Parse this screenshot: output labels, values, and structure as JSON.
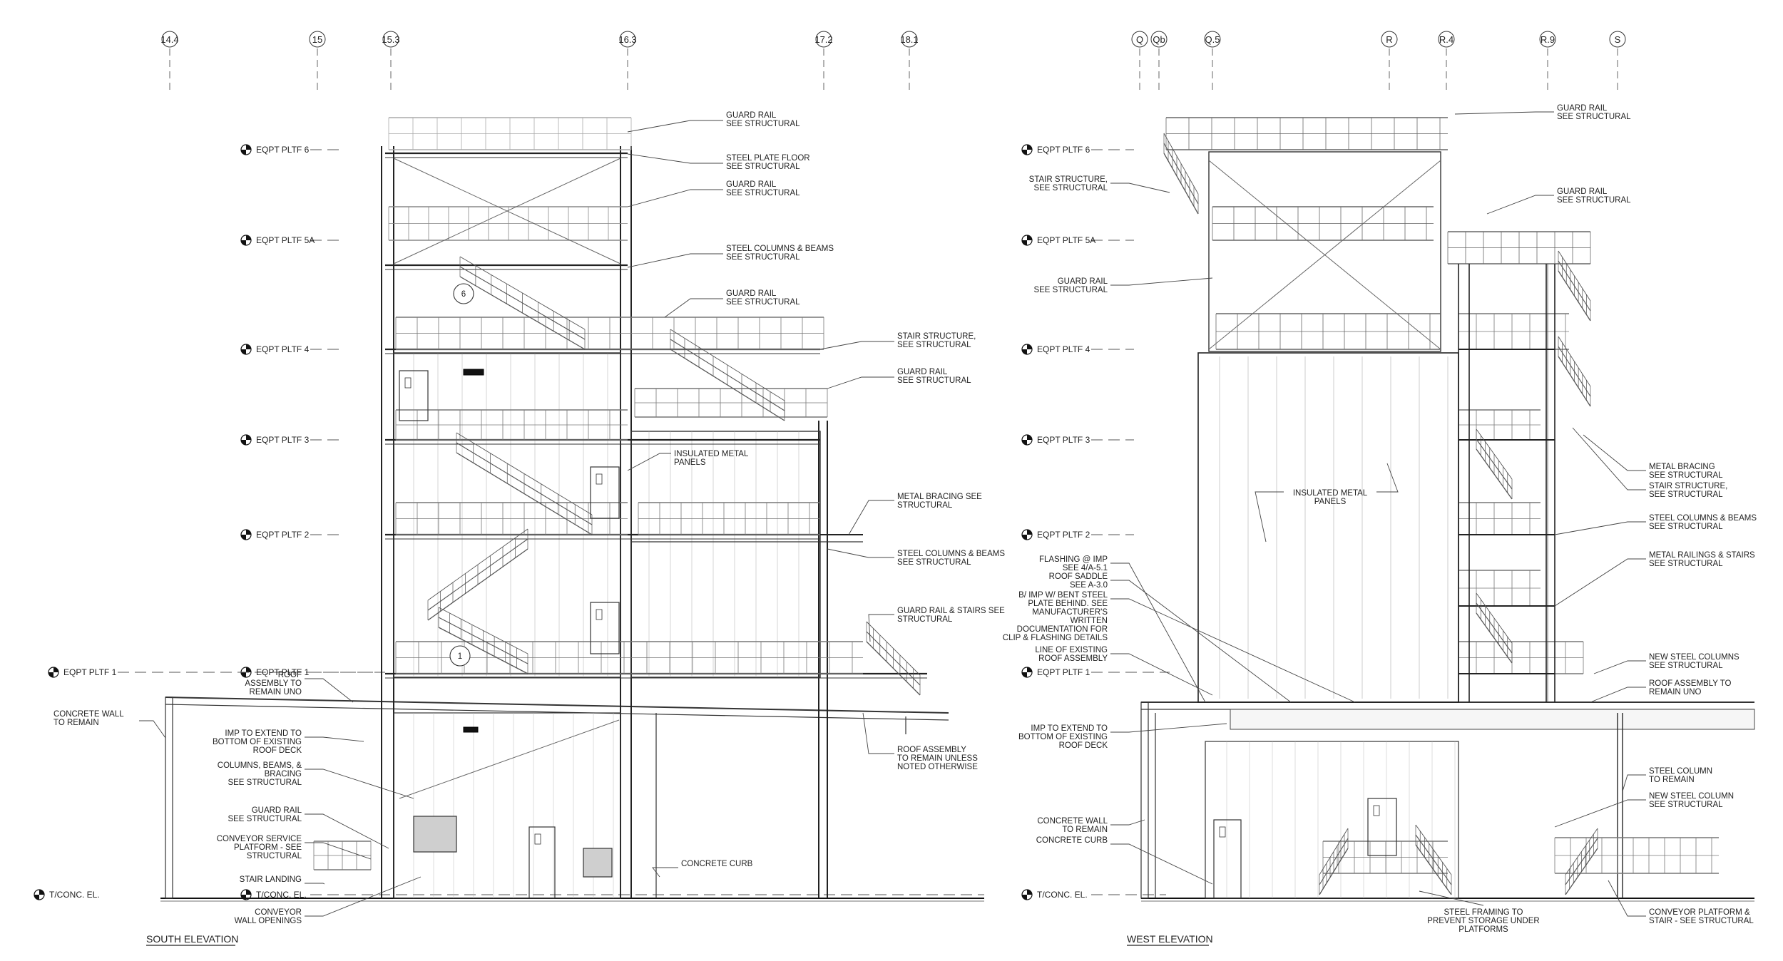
{
  "south": {
    "title": "SOUTH ELEVATION",
    "grid_lines": [
      "14.4",
      "15",
      "15.3",
      "16.3",
      "17.2",
      "18.1"
    ],
    "levels": [
      "EQPT PLTF 6",
      "EQPT PLTF 5A",
      "EQPT PLTF 4",
      "EQPT PLTF 3",
      "EQPT PLTF 2",
      "EQPT PLTF 1",
      "T/CONC. EL."
    ],
    "level_markers": [
      "6",
      "1"
    ],
    "notes_right": [
      [
        "GUARD RAIL",
        "SEE STRUCTURAL"
      ],
      [
        "STEEL PLATE FLOOR",
        "SEE STRUCTURAL"
      ],
      [
        "GUARD RAIL",
        "SEE STRUCTURAL"
      ],
      [
        "STEEL COLUMNS & BEAMS",
        "SEE STRUCTURAL"
      ],
      [
        "GUARD RAIL",
        "SEE STRUCTURAL"
      ],
      [
        "STAIR STRUCTURE,",
        "SEE STRUCTURAL"
      ],
      [
        "GUARD RAIL",
        "SEE STRUCTURAL"
      ],
      [
        "INSULATED METAL",
        "PANELS"
      ],
      [
        "METAL BRACING SEE",
        "STRUCTURAL"
      ],
      [
        "STEEL COLUMNS & BEAMS",
        "SEE STRUCTURAL"
      ],
      [
        "GUARD RAIL & STAIRS SEE",
        "STRUCTURAL"
      ],
      [
        "ROOF ASSEMBLY",
        "TO REMAIN UNLESS",
        "NOTED OTHERWISE"
      ],
      [
        "CONCRETE CURB"
      ]
    ],
    "notes_left": [
      [
        "ROOF",
        "ASSEMBLY TO",
        "REMAIN UNO"
      ],
      [
        "CONCRETE WALL",
        "TO REMAIN"
      ],
      [
        "IMP TO EXTEND TO",
        "BOTTOM OF EXISTING",
        "ROOF DECK"
      ],
      [
        "COLUMNS, BEAMS, &",
        "BRACING",
        "SEE STRUCTURAL"
      ],
      [
        "GUARD RAIL",
        "SEE STRUCTURAL"
      ],
      [
        "CONVEYOR SERVICE",
        "PLATFORM - SEE",
        "STRUCTURAL"
      ],
      [
        "STAIR LANDING"
      ],
      [
        "CONVEYOR",
        "WALL OPENINGS"
      ]
    ]
  },
  "west": {
    "title": "WEST ELEVATION",
    "grid_lines": [
      "Q",
      "Qb",
      "Q.5",
      "R",
      "R.4",
      "R.9",
      "S"
    ],
    "levels": [
      "EQPT PLTF 6",
      "EQPT PLTF 5A",
      "EQPT PLTF 4",
      "EQPT PLTF 3",
      "EQPT PLTF 2",
      "EQPT PLTF 1",
      "T/CONC. EL."
    ],
    "notes_left": [
      [
        "STAIR STRUCTURE,",
        "SEE STRUCTURAL"
      ],
      [
        "GUARD RAIL",
        "SEE STRUCTURAL"
      ],
      [
        "FLASHING @ IMP",
        "SEE 4/A-5.1"
      ],
      [
        "ROOF SADDLE",
        "SEE A-3.0"
      ],
      [
        "B/ IMP W/ BENT STEEL",
        "PLATE BEHIND. SEE",
        "MANUFACTURER'S",
        "WRITTEN",
        "DOCUMENTATION FOR",
        "CLIP & FLASHING DETAILS"
      ],
      [
        "LINE OF EXISTING",
        "ROOF ASSEMBLY"
      ],
      [
        "IMP TO EXTEND TO",
        "BOTTOM OF EXISTING",
        "ROOF DECK"
      ],
      [
        "CONCRETE WALL",
        "TO REMAIN"
      ],
      [
        "CONCRETE CURB"
      ]
    ],
    "notes_center": [
      [
        "INSULATED METAL",
        "PANELS"
      ],
      [
        "STEEL FRAMING TO",
        "PREVENT STORAGE UNDER",
        "PLATFORMS"
      ]
    ],
    "notes_right": [
      [
        "GUARD RAIL",
        "SEE STRUCTURAL"
      ],
      [
        "GUARD RAIL",
        "SEE STRUCTURAL"
      ],
      [
        "METAL BRACING",
        "SEE STRUCTURAL"
      ],
      [
        "STAIR STRUCTURE,",
        "SEE STRUCTURAL"
      ],
      [
        "STEEL COLUMNS & BEAMS",
        "SEE STRUCTURAL"
      ],
      [
        "METAL RAILINGS & STAIRS",
        "SEE STRUCTURAL"
      ],
      [
        "NEW STEEL COLUMNS",
        "SEE STRUCTURAL"
      ],
      [
        "ROOF ASSEMBLY TO",
        "REMAIN UNO"
      ],
      [
        "STEEL COLUMN",
        "TO REMAIN"
      ],
      [
        "NEW STEEL COLUMN",
        "SEE STRUCTURAL"
      ],
      [
        "CONVEYOR PLATFORM &",
        "STAIR - SEE STRUCTURAL"
      ]
    ]
  }
}
